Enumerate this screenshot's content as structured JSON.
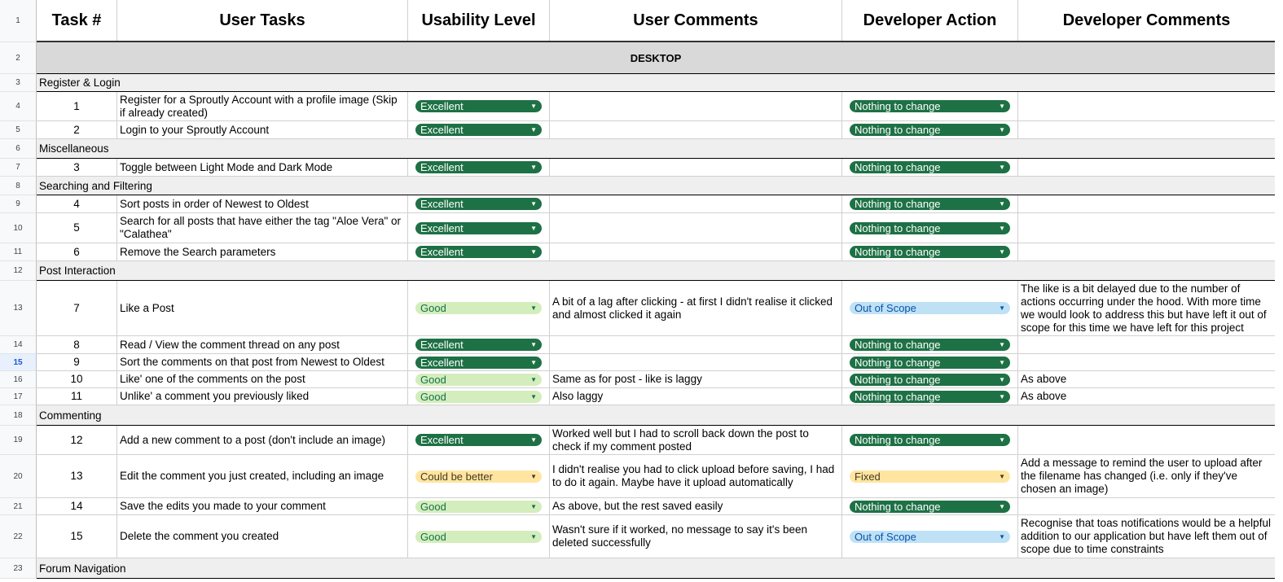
{
  "row_numbers": [
    "1",
    "2",
    "3",
    "4",
    "5",
    "6",
    "7",
    "8",
    "9",
    "10",
    "11",
    "12",
    "13",
    "14",
    "15",
    "16",
    "17",
    "18",
    "19",
    "20",
    "21",
    "22",
    "23"
  ],
  "selected_row": "15",
  "headers": {
    "task": "Task #",
    "user_tasks": "User Tasks",
    "usability": "Usability Level",
    "user_comments": "User Comments",
    "dev_action": "Developer Action",
    "dev_comments": "Developer Comments"
  },
  "band": "DESKTOP",
  "sections": {
    "register": "Register & Login",
    "misc": "Miscellaneous",
    "search": "Searching and Filtering",
    "post": "Post Interaction",
    "commenting": "Commenting",
    "forum": "Forum Navigation"
  },
  "tasks": [
    {
      "num": "1",
      "task": "Register for a Sproutly Account with a profile image (Skip if already created)",
      "usability": "Excellent",
      "comment": "",
      "action": "Nothing to change",
      "dev_comment": ""
    },
    {
      "num": "2",
      "task": "Login to your Sproutly Account",
      "usability": "Excellent",
      "comment": "",
      "action": "Nothing to change",
      "dev_comment": ""
    },
    {
      "num": "3",
      "task": "Toggle between Light Mode and Dark Mode",
      "usability": "Excellent",
      "comment": "",
      "action": "Nothing to change",
      "dev_comment": ""
    },
    {
      "num": "4",
      "task": "Sort posts in order of Newest to Oldest",
      "usability": "Excellent",
      "comment": "",
      "action": "Nothing to change",
      "dev_comment": ""
    },
    {
      "num": "5",
      "task": "Search for all posts that have either the tag \"Aloe Vera\" or \"Calathea\"",
      "usability": "Excellent",
      "comment": "",
      "action": "Nothing to change",
      "dev_comment": ""
    },
    {
      "num": "6",
      "task": "Remove the Search parameters",
      "usability": "Excellent",
      "comment": "",
      "action": "Nothing to change",
      "dev_comment": ""
    },
    {
      "num": "7",
      "task": "Like a Post",
      "usability": "Good",
      "comment": "A bit of a lag after clicking - at first I didn't realise it clicked and almost clicked it again",
      "action": "Out of Scope",
      "dev_comment": "The like is a bit delayed due to the number of actions occurring under the hood. With more time we would look to address this but have left it out of scope for this time we have left for this project"
    },
    {
      "num": "8",
      "task": "Read / View the comment thread on any post",
      "usability": "Excellent",
      "comment": "",
      "action": "Nothing to change",
      "dev_comment": ""
    },
    {
      "num": "9",
      "task": "Sort the comments on that post from Newest to Oldest",
      "usability": "Excellent",
      "comment": "",
      "action": "Nothing to change",
      "dev_comment": ""
    },
    {
      "num": "10",
      "task": "Like' one of the comments on the post",
      "usability": "Good",
      "comment": "Same as for post - like is laggy",
      "action": "Nothing to change",
      "dev_comment": "As above"
    },
    {
      "num": "11",
      "task": "Unlike' a comment you previously liked",
      "usability": "Good",
      "comment": "Also laggy",
      "action": "Nothing to change",
      "dev_comment": "As above"
    },
    {
      "num": "12",
      "task": "Add a new comment to a post (don't include an image)",
      "usability": "Excellent",
      "comment": "Worked well but I had to scroll back down the post to check if my comment posted",
      "action": "Nothing to change",
      "dev_comment": ""
    },
    {
      "num": "13",
      "task": "Edit the comment you just created, including an image",
      "usability": "Could be better",
      "comment": "I didn't realise you had to click upload before saving, I had to do it again. Maybe have it upload automatically",
      "action": "Fixed",
      "dev_comment": "Add a message to remind the user to upload after the filename has changed (i.e. only if they've chosen an image)"
    },
    {
      "num": "14",
      "task": "Save the edits you made to your comment",
      "usability": "Good",
      "comment": "As above, but the rest saved easily",
      "action": "Nothing to change",
      "dev_comment": ""
    },
    {
      "num": "15",
      "task": "Delete the comment you created",
      "usability": "Good",
      "comment": "Wasn't sure if it worked, no message to say it's been deleted successfully",
      "action": "Out of Scope",
      "dev_comment": "Recognise that toas notifications would be a helpful addition to our application but have left them out of scope due to time constraints"
    }
  ],
  "icons": {
    "dropdown": "dropdown-caret-icon"
  },
  "colors": {
    "excellent": "#1e7145",
    "good": "#d4edbc",
    "could_be_better": "#ffe5a0",
    "out_of_scope": "#bfe1f6",
    "header_band": "#d9d9d9"
  }
}
